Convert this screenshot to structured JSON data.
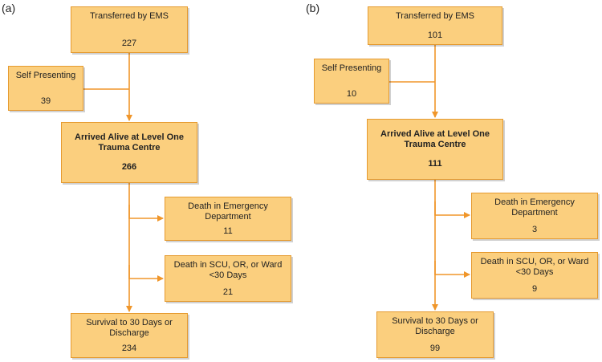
{
  "panels": [
    {
      "label": "(a)",
      "nodes": {
        "ems": {
          "title": "Transferred by EMS",
          "count": "227"
        },
        "self": {
          "title": "Self Presenting",
          "count": "39"
        },
        "arrived": {
          "title": "Arrived Alive at Level One Trauma Centre",
          "count": "266"
        },
        "ed_death": {
          "title": "Death in Emergency Department",
          "count": "11"
        },
        "scu_death": {
          "title": "Death in SCU, OR, or Ward <30 Days",
          "count": "21"
        },
        "survival": {
          "title": "Survival to 30 Days or Discharge",
          "count": "234"
        }
      }
    },
    {
      "label": "(b)",
      "nodes": {
        "ems": {
          "title": "Transferred by EMS",
          "count": "101"
        },
        "self": {
          "title": "Self Presenting",
          "count": "10"
        },
        "arrived": {
          "title": "Arrived Alive at Level One Trauma Centre",
          "count": "111"
        },
        "ed_death": {
          "title": "Death in Emergency Department",
          "count": "3"
        },
        "scu_death": {
          "title": "Death in SCU, OR, or Ward <30 Days",
          "count": "9"
        },
        "survival": {
          "title": "Survival to 30 Days or Discharge",
          "count": "99"
        }
      }
    }
  ],
  "colors": {
    "box_fill": "#fbcf7e",
    "box_border": "#e59a2f",
    "arrow": "#f0962a"
  }
}
